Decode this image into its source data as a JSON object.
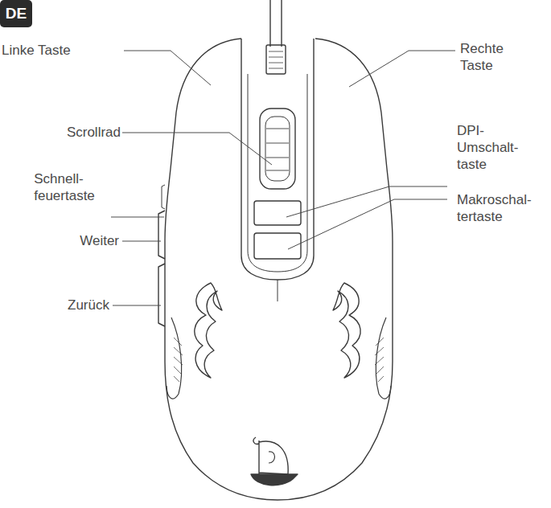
{
  "diagram": {
    "nodes": [
      {
        "text": [
          "DE"
        ]
      }
    ],
    "labels": [
      "Linke Taste",
      "Rechte Taste",
      "Scrollrad",
      "DPI- Umschalt- taste",
      "Makroschal- tertaste",
      "Schnell- feuertaste",
      "Weiter",
      "Zurück"
    ]
  }
}
